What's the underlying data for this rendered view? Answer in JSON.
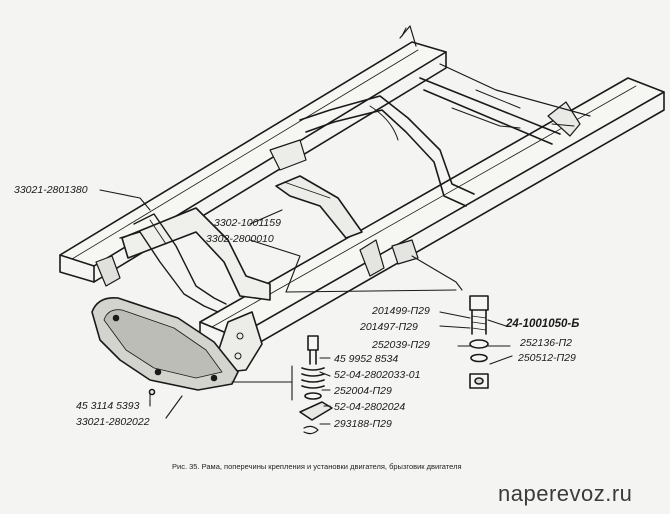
{
  "labels": {
    "frame": "33021-2801380",
    "cross_1": "3302-1001159",
    "cross_2": "3302-2800010",
    "bolt_1": "201499-П29",
    "bolt_2": "201497-П29",
    "mount_bracket": "24-1001050-Б",
    "washer_1": "252039-П29",
    "washer_2": "252136-П2",
    "nut": "250512-П29",
    "bolt_3": "45 9952 8534",
    "spring": "52-04-2802033-01",
    "washer_3": "252004-П29",
    "clip": "52-04-2802024",
    "pin": "293188-П29",
    "screw": "45 3114 5393",
    "splash_guard": "33021-2802022"
  },
  "caption": "Рис. 35. Рама, поперечины крепления и установки двигателя, брызговик двигателя",
  "watermark": "naperevoz.ru",
  "colors": {
    "ink": "#1a1a1a",
    "paper": "#f4f4f2"
  }
}
